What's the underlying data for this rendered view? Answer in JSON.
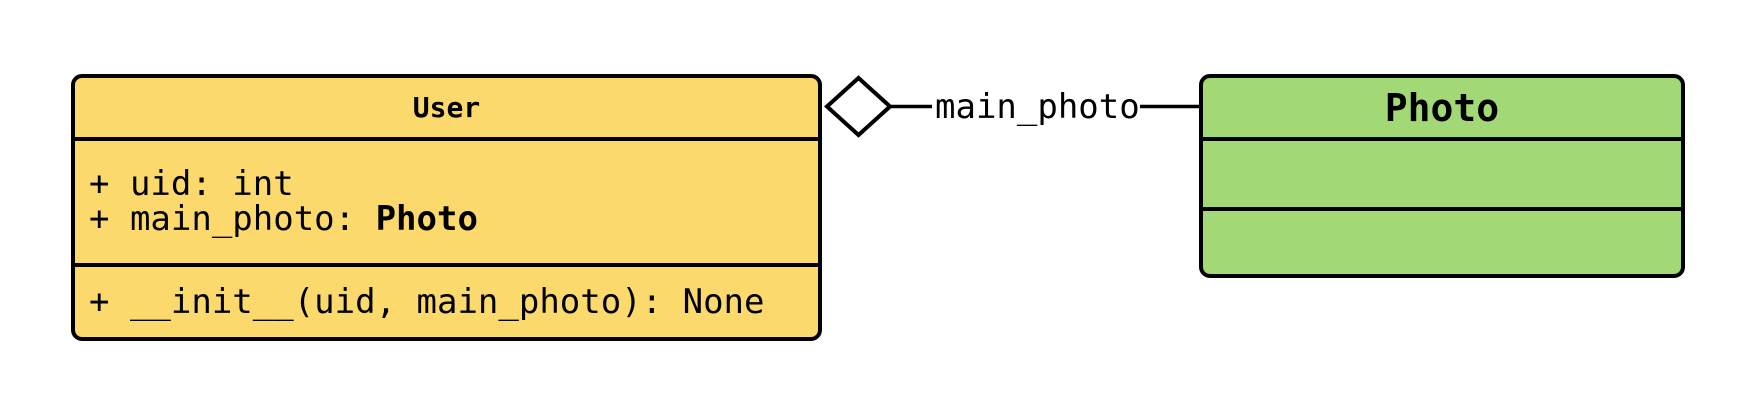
{
  "diagram": {
    "background_color": "#FFFFFF",
    "border_color": "#000000",
    "classes": [
      {
        "name": "User",
        "fill": "#FCD96C",
        "attributes": [
          {
            "plain": "+ uid: int",
            "bold": ""
          },
          {
            "plain": "+ main_photo: ",
            "bold": "Photo"
          }
        ],
        "methods": [
          {
            "plain": "+ __init__(uid, main_photo): None",
            "bold": ""
          }
        ]
      },
      {
        "name": "Photo",
        "fill": "#A3D877",
        "attributes": [],
        "methods": []
      }
    ],
    "relation": {
      "type": "aggregation",
      "from": "User",
      "to": "Photo",
      "label": "main_photo",
      "diamond_fill": "#FFFFFF",
      "line_color": "#000000"
    }
  }
}
